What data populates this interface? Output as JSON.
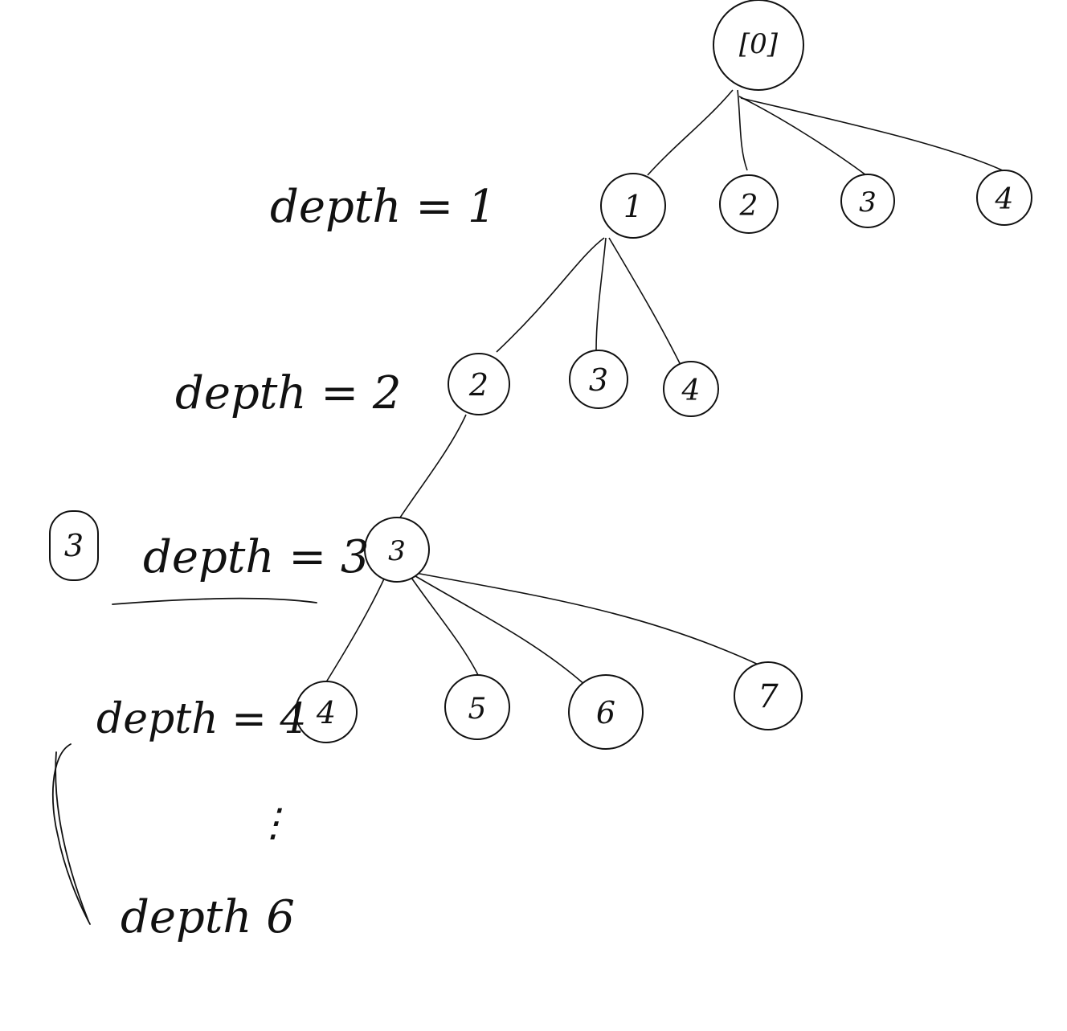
{
  "diagram": {
    "root": {
      "label": "[0]"
    },
    "level1": [
      {
        "label": "1"
      },
      {
        "label": "2"
      },
      {
        "label": "3"
      },
      {
        "label": "4"
      }
    ],
    "level2": [
      {
        "label": "2"
      },
      {
        "label": "3"
      },
      {
        "label": "4"
      }
    ],
    "level3": [
      {
        "label": "3"
      }
    ],
    "level4": [
      {
        "label": "4"
      },
      {
        "label": "5"
      },
      {
        "label": "6"
      },
      {
        "label": "7"
      }
    ],
    "side_marker": {
      "label": "3"
    },
    "depth_labels": {
      "depth1": "depth = 1",
      "depth2": "depth = 2",
      "depth3": "depth = 3",
      "depth4": "depth = 4",
      "depth6": "depth 6"
    },
    "ellipsis": "⋮",
    "ink_color": "#111111"
  }
}
